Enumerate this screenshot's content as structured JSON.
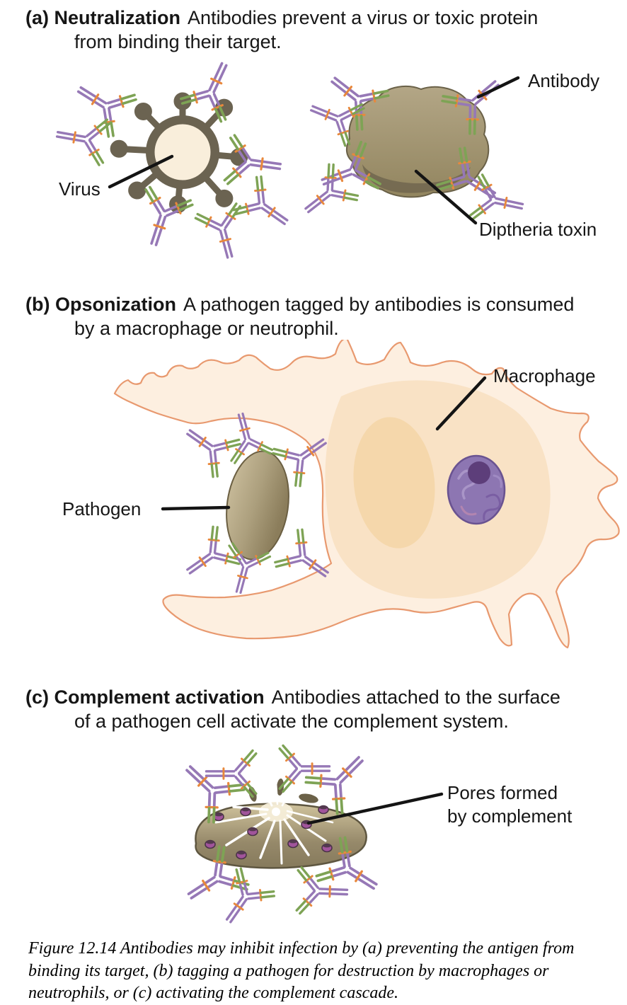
{
  "figure": {
    "panels": [
      {
        "id": "a",
        "tag": "(a)",
        "title": "Neutralization",
        "description_line1": "Antibodies prevent a virus or toxic protein",
        "description_line2": "from binding their target.",
        "labels": {
          "virus": "Virus",
          "antibody": "Antibody",
          "toxin": "Diptheria toxin"
        }
      },
      {
        "id": "b",
        "tag": "(b)",
        "title": "Opsonization",
        "description_line1": "A pathogen tagged by antibodies is consumed",
        "description_line2": "by a macrophage or neutrophil.",
        "labels": {
          "macrophage": "Macrophage",
          "pathogen": "Pathogen"
        }
      },
      {
        "id": "c",
        "tag": "(c)",
        "title": "Complement activation",
        "description_line1": "Antibodies attached to the surface",
        "description_line2": "of a pathogen cell activate the complement system.",
        "labels": {
          "pores_line1": "Pores formed",
          "pores_line2": "by complement"
        }
      }
    ],
    "caption_lines": [
      "Figure 12.14 Antibodies may inhibit infection by (a) preventing the antigen from",
      "binding its target, (b) tagging a pathogen for destruction by macrophages or",
      "neutrophils, or (c) activating the complement cascade."
    ],
    "colors": {
      "antibody_purple": "#9678b6",
      "antibody_green": "#7ea355",
      "antibody_hinge_orange": "#e8883c",
      "virus_body": "#6b6351",
      "virus_core": "#f9eedb",
      "toxin_body": "#a79a7b",
      "macrophage_fill": "#fdefe0",
      "macrophage_membrane": "#e8996f",
      "macrophage_inner": "#f9e2c5",
      "macrophage_oval": "#f5d7ab",
      "nucleus_purple": "#8d76b2",
      "nucleolus_purple": "#5d3e7a",
      "pathogen_tan": "#b0a383",
      "pathogen_cell_tan": "#a99c7c",
      "pore_purple": "#a1549b",
      "pointer_line": "#141414",
      "label_text": "#161616"
    }
  }
}
